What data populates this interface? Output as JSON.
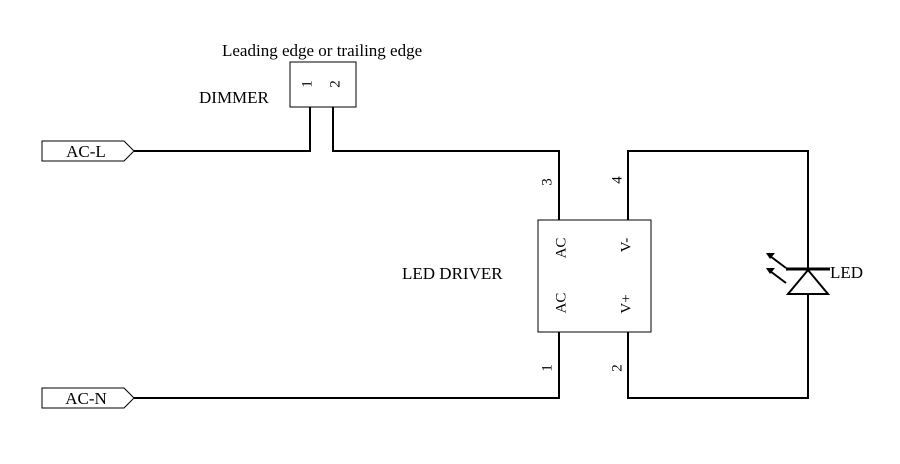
{
  "diagram": {
    "dimmer_mode_label": "Leading edge or trailing edge",
    "dimmer_label": "DIMMER",
    "dimmer_pin_1": "1",
    "dimmer_pin_2": "2",
    "ac_l_label": "AC-L",
    "ac_n_label": "AC-N",
    "driver_label": "LED DRIVER",
    "driver_pin_ac_top": "AC",
    "driver_pin_ac_bottom": "AC",
    "driver_pin_vneg": "V-",
    "driver_pin_vpos": "V+",
    "pin_3": "3",
    "pin_4": "4",
    "pin_1": "1",
    "pin_2": "2",
    "led_label": "LED"
  }
}
